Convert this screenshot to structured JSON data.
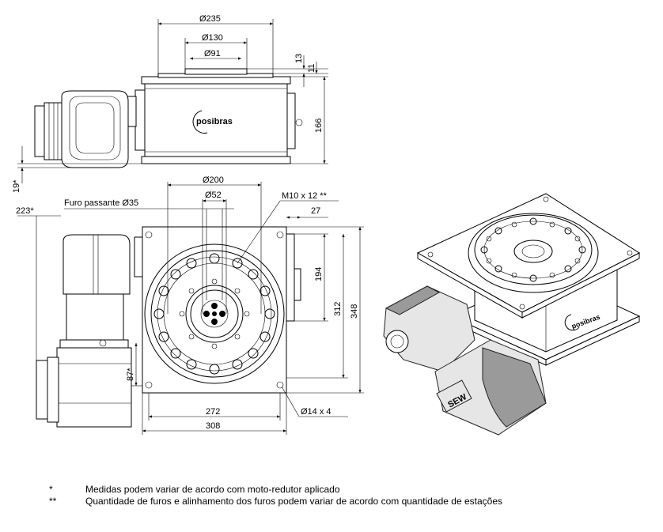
{
  "dimensions": {
    "d235": "Ø235",
    "d130": "Ø130",
    "d91": "Ø91",
    "h13": "13",
    "h11": "11",
    "h166": "166",
    "h19": "19*",
    "d200": "Ø200",
    "d52": "Ø52",
    "through_hole": "Furo passante Ø35",
    "thread": "M10 x 12 **",
    "w27": "27",
    "w223": "223*",
    "h194": "194",
    "h312": "312",
    "h348": "348",
    "h87": "87*",
    "w272": "272",
    "w308": "308",
    "holes": "Ø14 x 4"
  },
  "logo": {
    "text": "posibras"
  },
  "motor_brand": "SEW",
  "notes": [
    {
      "mark": "*",
      "text": "Medidas podem variar de acordo com moto-redutor aplicado"
    },
    {
      "mark": "**",
      "text": "Quantidade de furos e alinhamento dos furos podem variar de acordo com quantidade de estações"
    }
  ]
}
